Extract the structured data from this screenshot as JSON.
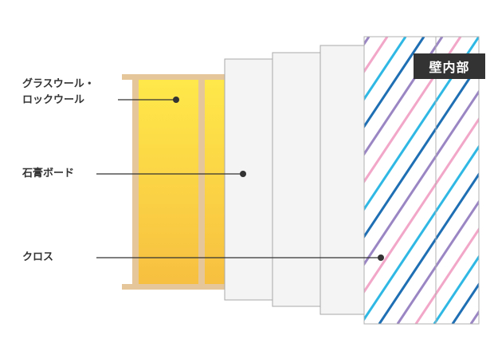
{
  "labels": {
    "insulation_line1": "グラスウール・",
    "insulation_line2": "ロックウール",
    "gypsum": "石膏ボード",
    "cloth": "クロス"
  },
  "badge": "壁内部",
  "colors": {
    "insulation_top": "#ffe94a",
    "insulation_bottom": "#f7bf40",
    "wood": "#e4c69a",
    "board_fill": "#f4f4f4",
    "board_stroke": "#a8a8a8",
    "stripe_blue": "#1e6fb3",
    "stripe_purple": "#9b86c4",
    "stripe_pink": "#f2a6c8",
    "stripe_cyan": "#2fb8e4",
    "badge_bg": "#333333",
    "leader_line": "#333333"
  }
}
